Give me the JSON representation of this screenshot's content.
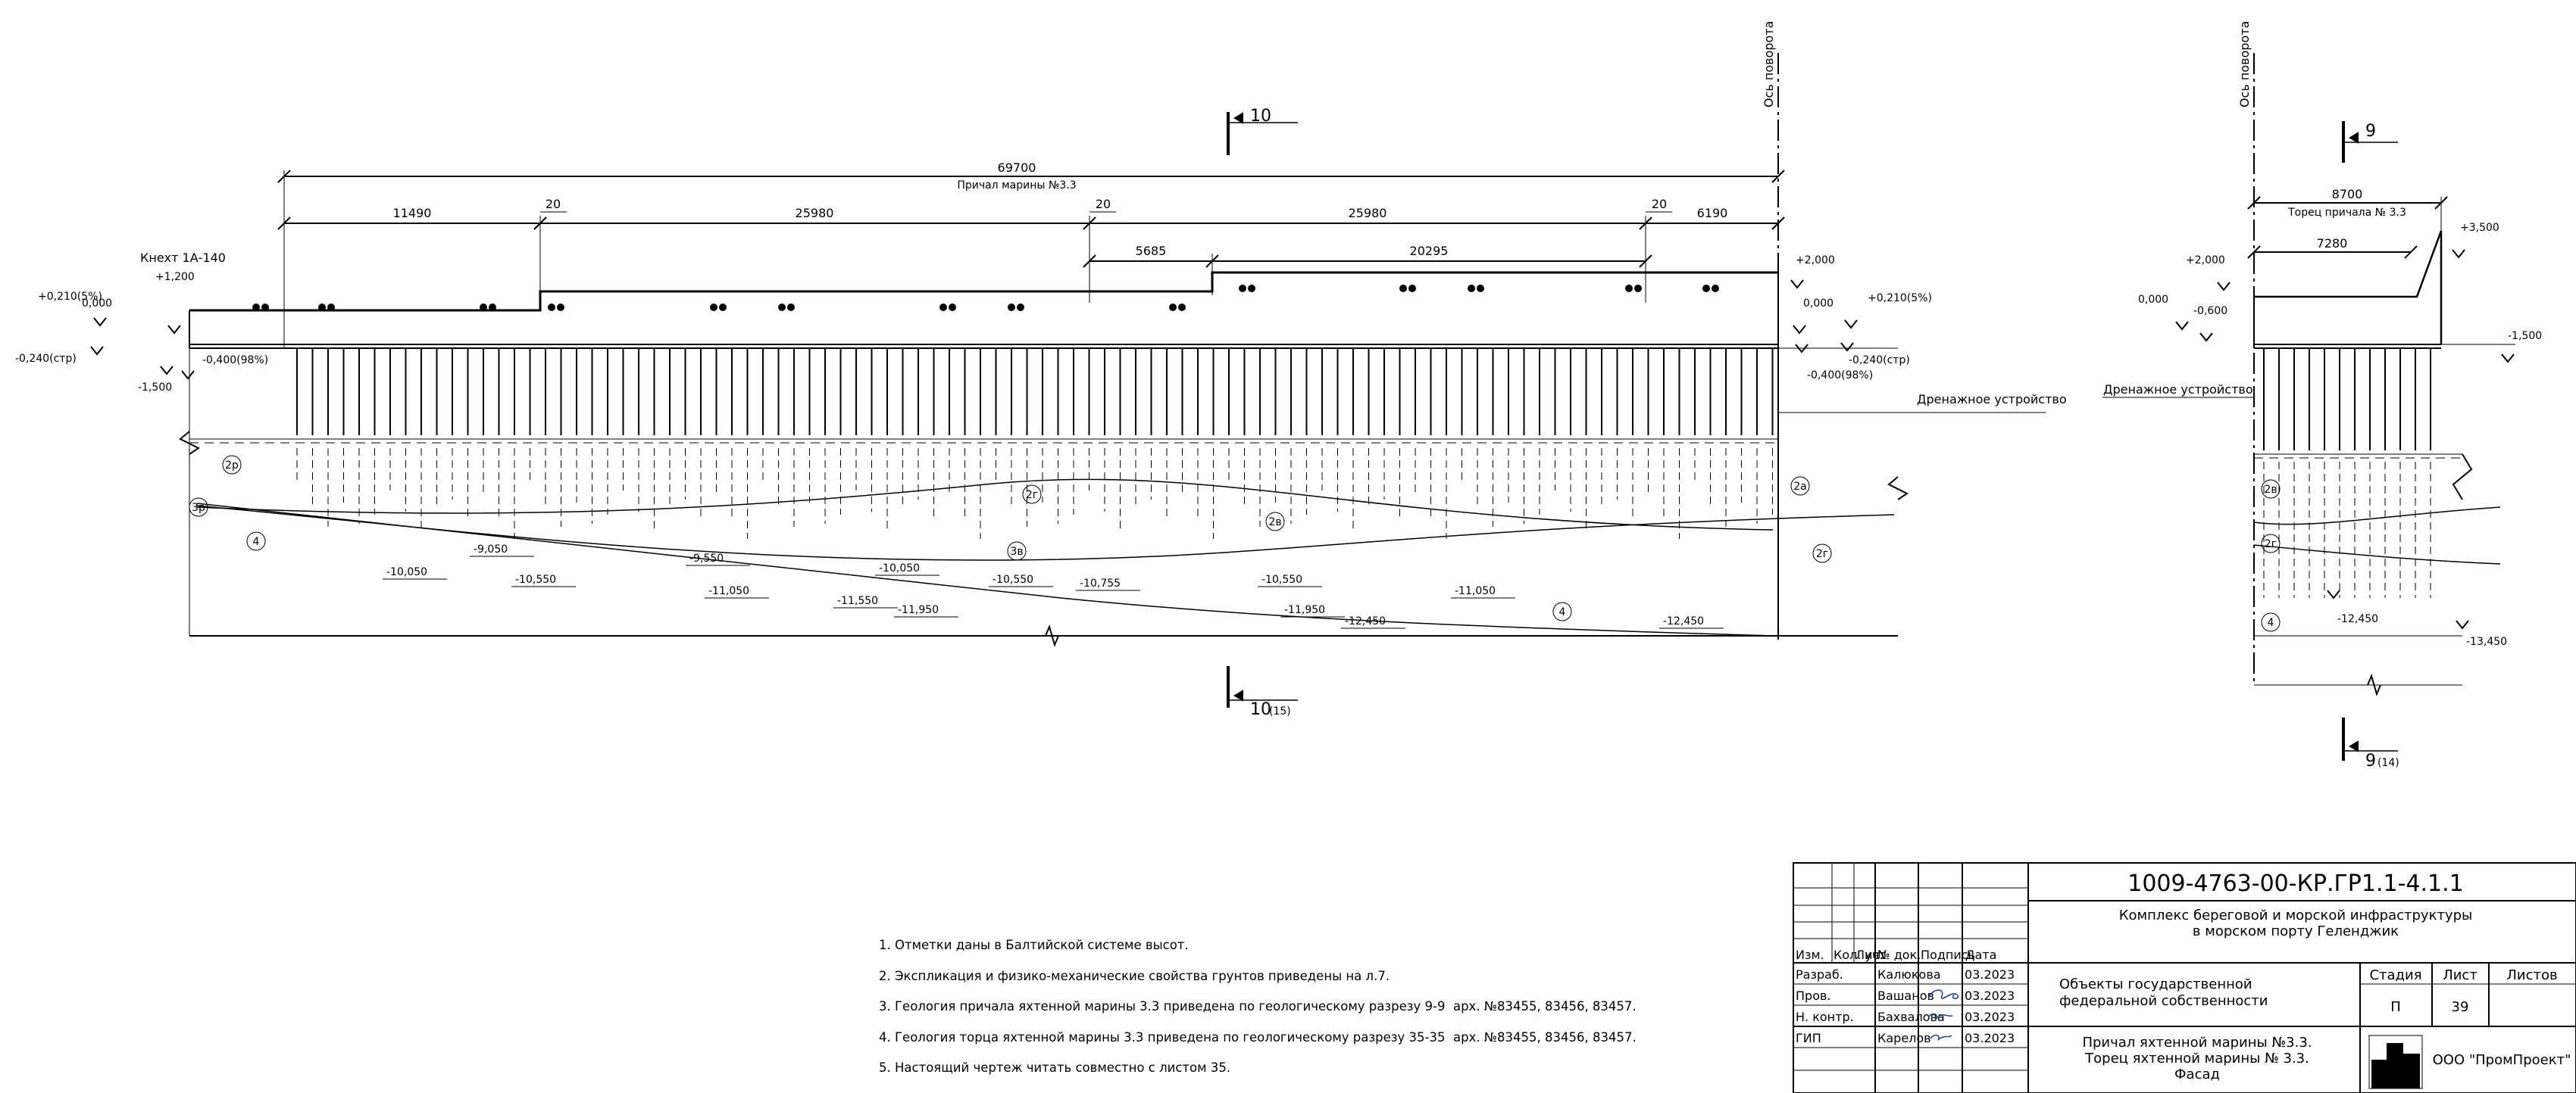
{
  "axis_label": "Ось поворота",
  "section_10": {
    "top": "10",
    "bottom": "10",
    "bottom_ref": "(15)"
  },
  "section_9": {
    "top": "9",
    "bottom": "9",
    "bottom_ref": "(14)"
  },
  "main": {
    "overall_dim": "69700",
    "overall_title": "Причал марины №3.3",
    "dims_row1": [
      "11490",
      "20",
      "25980",
      "20",
      "25980",
      "20",
      "6190"
    ],
    "dims_row2": [
      "5685",
      "20295"
    ],
    "knecht": "Кнехт 1А-140",
    "left_levels": [
      "+1,200",
      "+0,210(5%)",
      "0,000",
      "-0,240(стр)",
      "-0,400(98%)",
      "-1,500"
    ],
    "right_levels": [
      "+2,000",
      "0,000",
      "+0,210(5%)",
      "-0,240(стр)",
      "-0,400(98%)"
    ],
    "drainage": "Дренажное устройство",
    "soil_labels": [
      "2р",
      "3р",
      "4",
      "2г",
      "3в",
      "2в",
      "2а",
      "2г",
      "4"
    ],
    "pile_tips": [
      "-10,050",
      "-9,050",
      "-10,550",
      "-9,550",
      "-11,050",
      "-10,050",
      "-11,550",
      "-10,550",
      "-11,950",
      "-10,755",
      "-10,550",
      "-11,950",
      "-12,450",
      "-11,050",
      "-12,450"
    ]
  },
  "end_view": {
    "overall_dim": "8700",
    "overall_title": "Торец причала № 3.3",
    "dim2": "7280",
    "levels": [
      "+3,500",
      "+2,000",
      "0,000",
      "-0,600",
      "-1,500",
      "-12,450",
      "-13,450"
    ],
    "drainage": "Дренажное устройство",
    "soil_labels": [
      "2в",
      "2г",
      "4"
    ]
  },
  "notes": [
    "1. Отметки даны в Балтийской системе высот.",
    "2. Экспликация и физико-механические свойства грунтов приведены на л.7.",
    "3. Геология причала яхтенной марины 3.3 приведена по геологическому разрезу 9-9  арх. №83455, 83456, 83457.",
    "4. Геология торца яхтенной марины 3.3 приведена по геологическому разрезу 35-35  арх. №83455, 83456, 83457.",
    "5. Настоящий чертеж читать совместно с листом 35."
  ],
  "title_block": {
    "code": "1009-4763-00-КР.ГР1.1-4.1.1",
    "project": [
      "Комплекс береговой и морской инфраструктуры",
      "в морском порту Геленджик"
    ],
    "object": [
      "Объекты государственной",
      "федеральной собственности"
    ],
    "sheet_title": [
      "Причал яхтенной марины №3.3.",
      "Торец яхтенной марины № 3.3.",
      "Фасад"
    ],
    "headers": [
      "Изм.",
      "Кол. уч.",
      "Лист",
      "№ док.",
      "Подпись",
      "Дата"
    ],
    "people": [
      {
        "role": "Разраб.",
        "name": "Калюкова",
        "date": "03.2023"
      },
      {
        "role": "Пров.",
        "name": "Вашанов",
        "date": "03.2023"
      },
      {
        "role": "Н. контр.",
        "name": "Бахвалова",
        "date": "03.2023"
      },
      {
        "role": "ГИП",
        "name": "Карелов",
        "date": "03.2023"
      }
    ],
    "stage_label": "Стадия",
    "sheet_label": "Лист",
    "sheets_label": "Листов",
    "stage": "П",
    "sheet": "39",
    "sheets": "",
    "company": "ООО \"ПромПроект\""
  }
}
